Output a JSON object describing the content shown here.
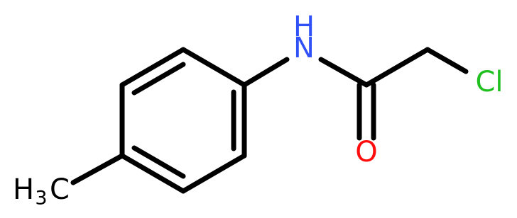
{
  "molecule": {
    "atoms": {
      "nitrogen": "N",
      "hydrogen": "H",
      "oxygen": "O",
      "chlorine": "Cl",
      "methyl_prefix": "H",
      "methyl_subscript": "3",
      "methyl_suffix": "C"
    },
    "colors": {
      "bond": "#000000",
      "carbon_text": "#000000",
      "nitrogen": "#3050f8",
      "oxygen": "#ff0d0d",
      "chlorine": "#1fc01f"
    }
  }
}
